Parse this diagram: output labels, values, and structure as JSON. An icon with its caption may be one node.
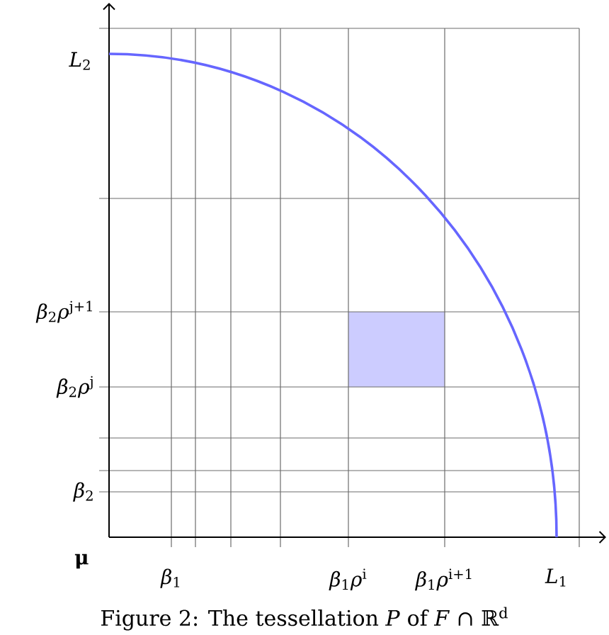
{
  "diagram": {
    "caption": "Figure 2: The tessellation *P* of *F* ∩ ℝ$^{d}$",
    "labels": [
      "*L*$_{2}$",
      "*β*$_{2}$*ρ*$^{j+1}$",
      "*β*$_{2}$*ρ*$^{j}$",
      "*β*$_{2}$",
      "**μ**",
      "*β*$_{1}$",
      "*β*$_{1}$*ρ*$^{i}$",
      "*β*$_{1}$*ρ*$^{i+1}$",
      "*L*$_{1}$"
    ]
  }
}
